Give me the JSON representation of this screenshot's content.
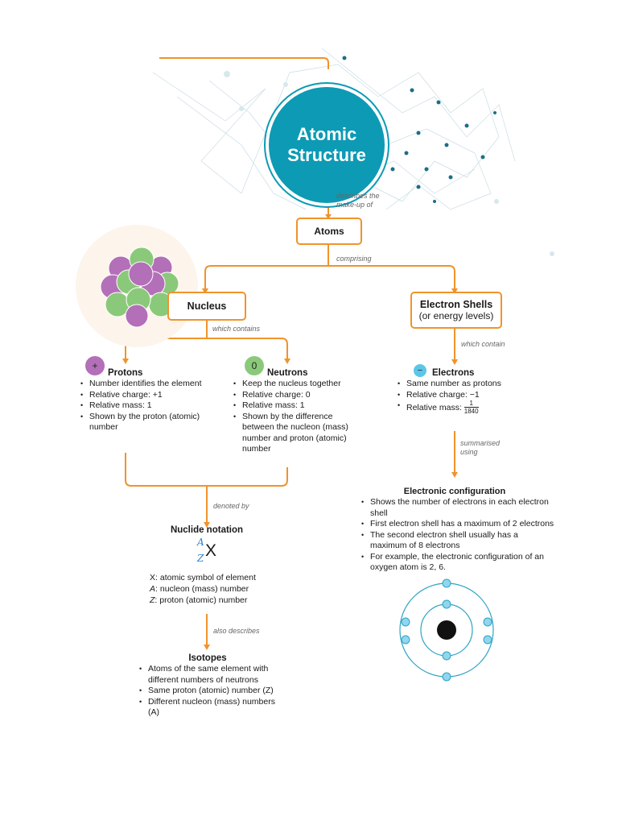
{
  "title": {
    "line1": "Atomic",
    "line2": "Structure"
  },
  "colors": {
    "accent": "#f0932b",
    "teal": "#0d9ab4",
    "proton": "#b36fb8",
    "neutron": "#8bc97a",
    "electron": "#5cc6e8"
  },
  "edges": {
    "describes": "describes the make-up of",
    "comprising": "comprising",
    "which_contains": "which contains",
    "which_contain": "which contain",
    "summarised": "summarised using",
    "denoted": "denoted by",
    "also_describes": "also describes"
  },
  "atoms": {
    "label": "Atoms"
  },
  "nucleus": {
    "label": "Nucleus"
  },
  "electron_shells": {
    "label": "Electron Shells",
    "sub": "(or energy levels)"
  },
  "protons": {
    "badge": "+",
    "title": "Protons",
    "items": [
      "Number identifies the element",
      "Relative charge: +1",
      "Relative mass: 1",
      "Shown by the proton (atomic) number"
    ]
  },
  "neutrons": {
    "badge": "0",
    "title": "Neutrons",
    "items": [
      "Keep the nucleus together",
      "Relative charge: 0",
      "Relative mass: 1",
      "Shown by the difference between the nucleon (mass) number and proton (atomic) number"
    ]
  },
  "electrons": {
    "badge": "−",
    "title": "Electrons",
    "items": [
      "Same number as protons",
      "Relative charge: −1",
      "Relative mass:"
    ],
    "mass_num": "1",
    "mass_den": "1840"
  },
  "nuclide": {
    "title": "Nuclide notation",
    "sym_A": "A",
    "sym_Z": "Z",
    "sym_X": "X",
    "lines": [
      {
        "sym": "X",
        "text": ": atomic symbol of element"
      },
      {
        "sym": "A",
        "text": ": nucleon (mass) number"
      },
      {
        "sym": "Z",
        "text": ": proton (atomic) number"
      }
    ]
  },
  "isotopes": {
    "title": "Isotopes",
    "items": [
      "Atoms of the same element with different numbers of neutrons",
      "Same proton (atomic) number (Z)",
      "Different nucleon (mass) numbers (A)"
    ]
  },
  "config": {
    "title": "Electronic configuration",
    "items": [
      "Shows the number of electrons in each electron shell",
      "First electron shell has a maximum of 2 electrons",
      "The second electron shell usually has a maximum of 8 electrons",
      "For example, the electronic configuration of an oxygen atom is 2, 6."
    ]
  }
}
